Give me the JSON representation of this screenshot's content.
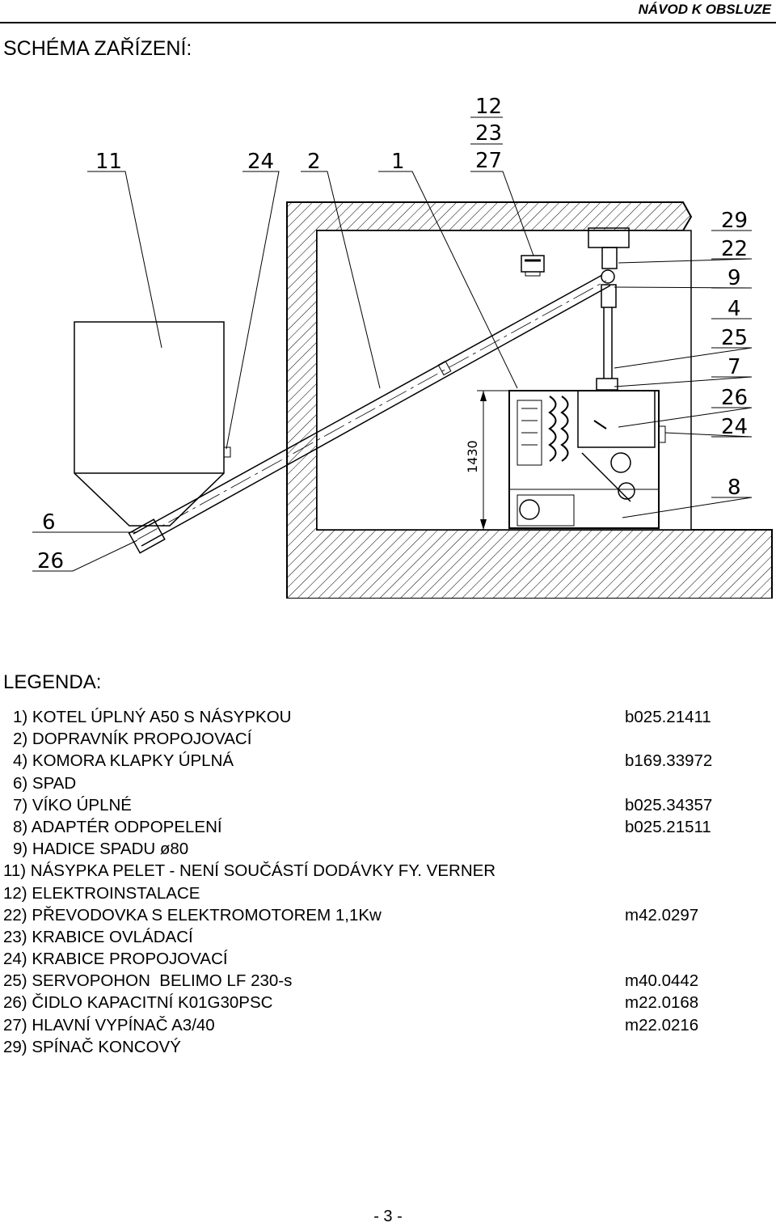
{
  "header": {
    "title": "NÁVOD K OBSLUZE"
  },
  "section_title": "SCHÉMA ZAŘÍZENÍ:",
  "drawing": {
    "callouts_top": [
      "11",
      "24",
      "2",
      "1",
      "12",
      "23",
      "27"
    ],
    "callouts_right": [
      "29",
      "22",
      "9",
      "4",
      "25",
      "7",
      "26",
      "24",
      "8"
    ],
    "callouts_left": [
      "6",
      "26"
    ],
    "dimension": "1430"
  },
  "legend": {
    "title": "LEGENDA:",
    "items": [
      {
        "label": "1) KOTEL ÚPLNÝ A50 S NÁSYPKOU",
        "code": "b025.21411"
      },
      {
        "label": "2) DOPRAVNÍK PROPOJOVACÍ",
        "code": ""
      },
      {
        "label": "4) KOMORA KLAPKY ÚPLNÁ",
        "code": "b169.33972"
      },
      {
        "label": "6) SPAD",
        "code": ""
      },
      {
        "label": "7) VÍKO ÚPLNÉ",
        "code": "b025.34357"
      },
      {
        "label": "8) ADAPTÉR ODPOPELENÍ",
        "code": "b025.21511"
      },
      {
        "label": "9) HADICE SPADU ø80",
        "code": ""
      },
      {
        "label": "11) NÁSYPKA PELET - NENÍ SOUČÁSTÍ DODÁVKY FY. VERNER",
        "code": ""
      },
      {
        "label": "12) ELEKTROINSTALACE",
        "code": ""
      },
      {
        "label": "22) PŘEVODOVKA S ELEKTROMOTOREM 1,1Kw",
        "code": "m42.0297"
      },
      {
        "label": "23) KRABICE OVLÁDACÍ",
        "code": ""
      },
      {
        "label": "24) KRABICE PROPOJOVACÍ",
        "code": ""
      },
      {
        "label": "25) SERVOPOHON  BELIMO LF 230-s",
        "code": "m40.0442"
      },
      {
        "label": "26) ČIDLO KAPACITNÍ K01G30PSC",
        "code": "m22.0168"
      },
      {
        "label": "27) HLAVNÍ VYPÍNAČ A3/40",
        "code": "m22.0216"
      },
      {
        "label": "29) SPÍNAČ KONCOVÝ",
        "code": ""
      }
    ]
  },
  "page_number": "- 3 -"
}
